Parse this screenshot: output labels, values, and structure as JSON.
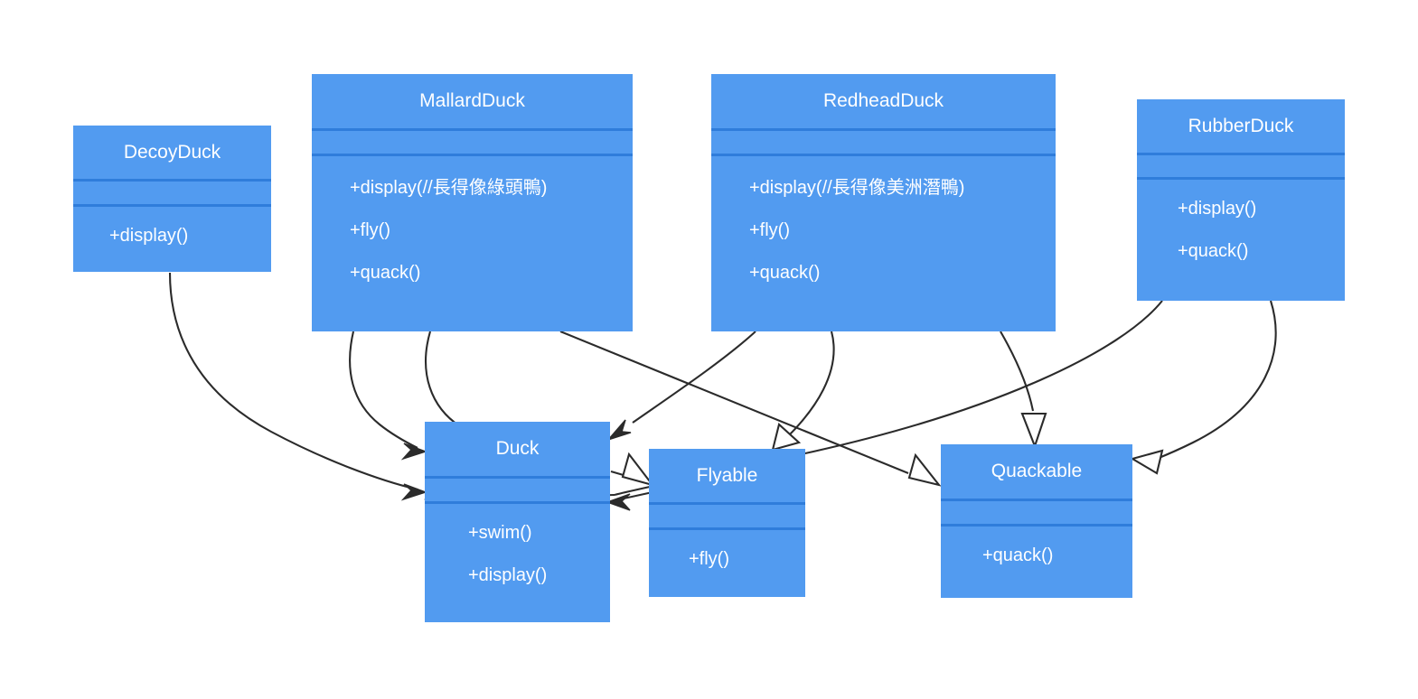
{
  "diagram": {
    "type": "uml-class-diagram",
    "background_color": "#ffffff",
    "box_fill_color": "#529bf0",
    "box_divider_color": "#2f7ddb",
    "text_color": "#ffffff",
    "edge_color": "#2b2b2b",
    "classes": [
      {
        "id": "decoyduck",
        "name": "DecoyDuck",
        "attributes": [],
        "methods": [
          "+display()"
        ]
      },
      {
        "id": "mallardduck",
        "name": "MallardDuck",
        "attributes": [],
        "methods": [
          "+display(//長得像綠頭鴨)",
          "+fly()",
          "+quack()"
        ]
      },
      {
        "id": "redheadduck",
        "name": "RedheadDuck",
        "attributes": [],
        "methods": [
          "+display(//長得像美洲潛鴨)",
          "+fly()",
          "+quack()"
        ]
      },
      {
        "id": "rubberduck",
        "name": "RubberDuck",
        "attributes": [],
        "methods": [
          "+display()",
          "+quack()"
        ]
      },
      {
        "id": "duck",
        "name": "Duck",
        "attributes": [],
        "methods": [
          "+swim()",
          "+display()"
        ]
      },
      {
        "id": "flyable",
        "name": "Flyable",
        "attributes": [],
        "methods": [
          "+fly()"
        ]
      },
      {
        "id": "quackable",
        "name": "Quackable",
        "attributes": [],
        "methods": [
          "+quack()"
        ]
      }
    ],
    "relationships": [
      {
        "from": "decoyduck",
        "to": "duck",
        "arrow": "filled"
      },
      {
        "from": "mallardduck",
        "to": "duck",
        "arrow": "filled"
      },
      {
        "from": "mallardduck",
        "to": "duck",
        "arrow": "filled"
      },
      {
        "from": "mallardduck",
        "to": "quackable",
        "arrow": "hollow"
      },
      {
        "from": "redheadduck",
        "to": "duck",
        "arrow": "filled"
      },
      {
        "from": "redheadduck",
        "to": "flyable",
        "arrow": "hollow"
      },
      {
        "from": "redheadduck",
        "to": "quackable",
        "arrow": "hollow"
      },
      {
        "from": "rubberduck",
        "to": "duck",
        "arrow": "filled"
      },
      {
        "from": "rubberduck",
        "to": "quackable",
        "arrow": "hollow"
      },
      {
        "from": "duck",
        "to": "flyable",
        "arrow": "hollow"
      },
      {
        "from": "flyable",
        "to": "duck",
        "arrow": "filled"
      }
    ]
  }
}
